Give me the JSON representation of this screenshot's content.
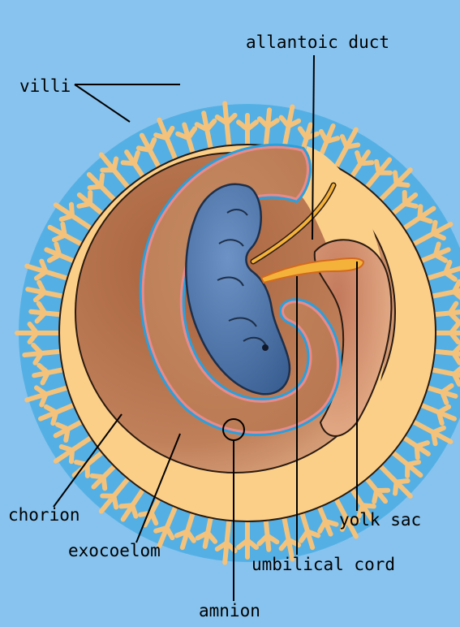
{
  "labels": {
    "villi": "villi",
    "allantoic_duct": "allantoic duct",
    "chorion": "chorion",
    "exocoelom": "exocoelom",
    "yolk_sac": "yolk sac",
    "umbilical_cord": "umbilical cord",
    "amnion": "amnion"
  },
  "colors": {
    "background": "#87c3ee",
    "villi": "#f4c27a",
    "villi_gaps": "#1ea0d8",
    "chorion": "#fbcf88",
    "exocoelom": "#b8734a",
    "amnion_line": "#2aa0dc",
    "embryo": "#4b74a8",
    "yolk_sac": "#c8866a",
    "cord": "#f4b23a"
  }
}
